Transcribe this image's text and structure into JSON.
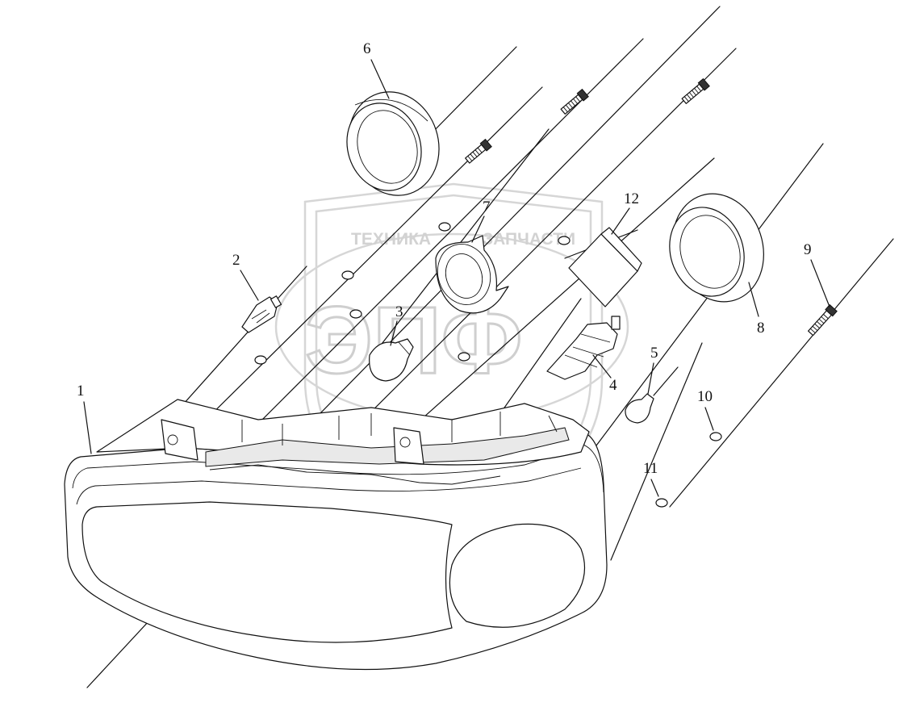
{
  "watermark": {
    "text_left": "ТЕХНИКА",
    "text_right": "ЗАПЧАСТИ",
    "logo": "ЭПФ",
    "color": "#cfcfcf"
  },
  "callouts": [
    {
      "id": "1",
      "label": "1"
    },
    {
      "id": "2",
      "label": "2"
    },
    {
      "id": "3",
      "label": "3"
    },
    {
      "id": "4",
      "label": "4"
    },
    {
      "id": "5",
      "label": "5"
    },
    {
      "id": "6",
      "label": "6"
    },
    {
      "id": "7",
      "label": "7"
    },
    {
      "id": "8",
      "label": "8"
    },
    {
      "id": "9",
      "label": "9"
    },
    {
      "id": "10",
      "label": "10"
    },
    {
      "id": "11",
      "label": "11"
    },
    {
      "id": "12",
      "label": "12"
    }
  ],
  "line_color": "#111111"
}
